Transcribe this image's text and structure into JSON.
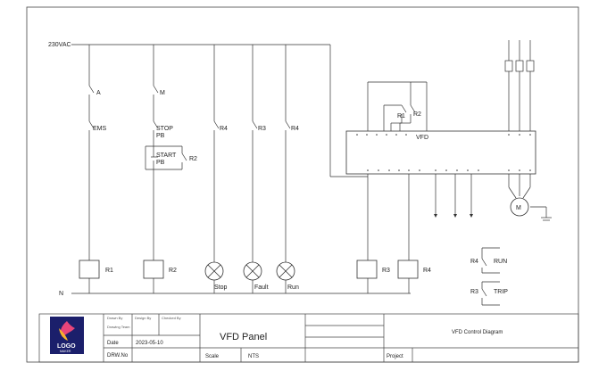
{
  "supply": {
    "voltage": "230VAC",
    "neutral": "N"
  },
  "branches": [
    {
      "contact1": "A",
      "contact2": "EMS"
    },
    {
      "contact1": "M",
      "contact2_line1": "STOP",
      "contact2_line2": "PB",
      "contact3_line1": "START",
      "contact3_line2": "PB",
      "seal_in": "R2"
    }
  ],
  "relay_contacts": [
    "R4",
    "R3",
    "R4"
  ],
  "coils": [
    "R1",
    "R2",
    "R3",
    "R4"
  ],
  "lamps": [
    "Stop",
    "Fault",
    "Run"
  ],
  "vfd": {
    "label": "VFD",
    "relays": [
      "R1",
      "R2"
    ]
  },
  "motor": {
    "label": "M"
  },
  "outputs": [
    {
      "relay": "R4",
      "name": "RUN"
    },
    {
      "relay": "R3",
      "name": "TRIP"
    }
  ],
  "logo": {
    "line1": "LOGO",
    "line2": "MAKER",
    "colors": [
      "#1b1f6b",
      "#e8457a",
      "#f6b32b"
    ]
  },
  "title_block": {
    "drawn_by": "Drawn By",
    "drawing_team": "Drawing Team",
    "design_by": "Design By",
    "checked_by": "Checked By",
    "date_label": "Date",
    "date": "2023-05-10",
    "drw_no": "DRW.No",
    "title": "VFD Panel",
    "scale_label": "Scale",
    "scale": "NTS",
    "diagram_title": "VFD Control Diagram",
    "project_label": "Project"
  }
}
